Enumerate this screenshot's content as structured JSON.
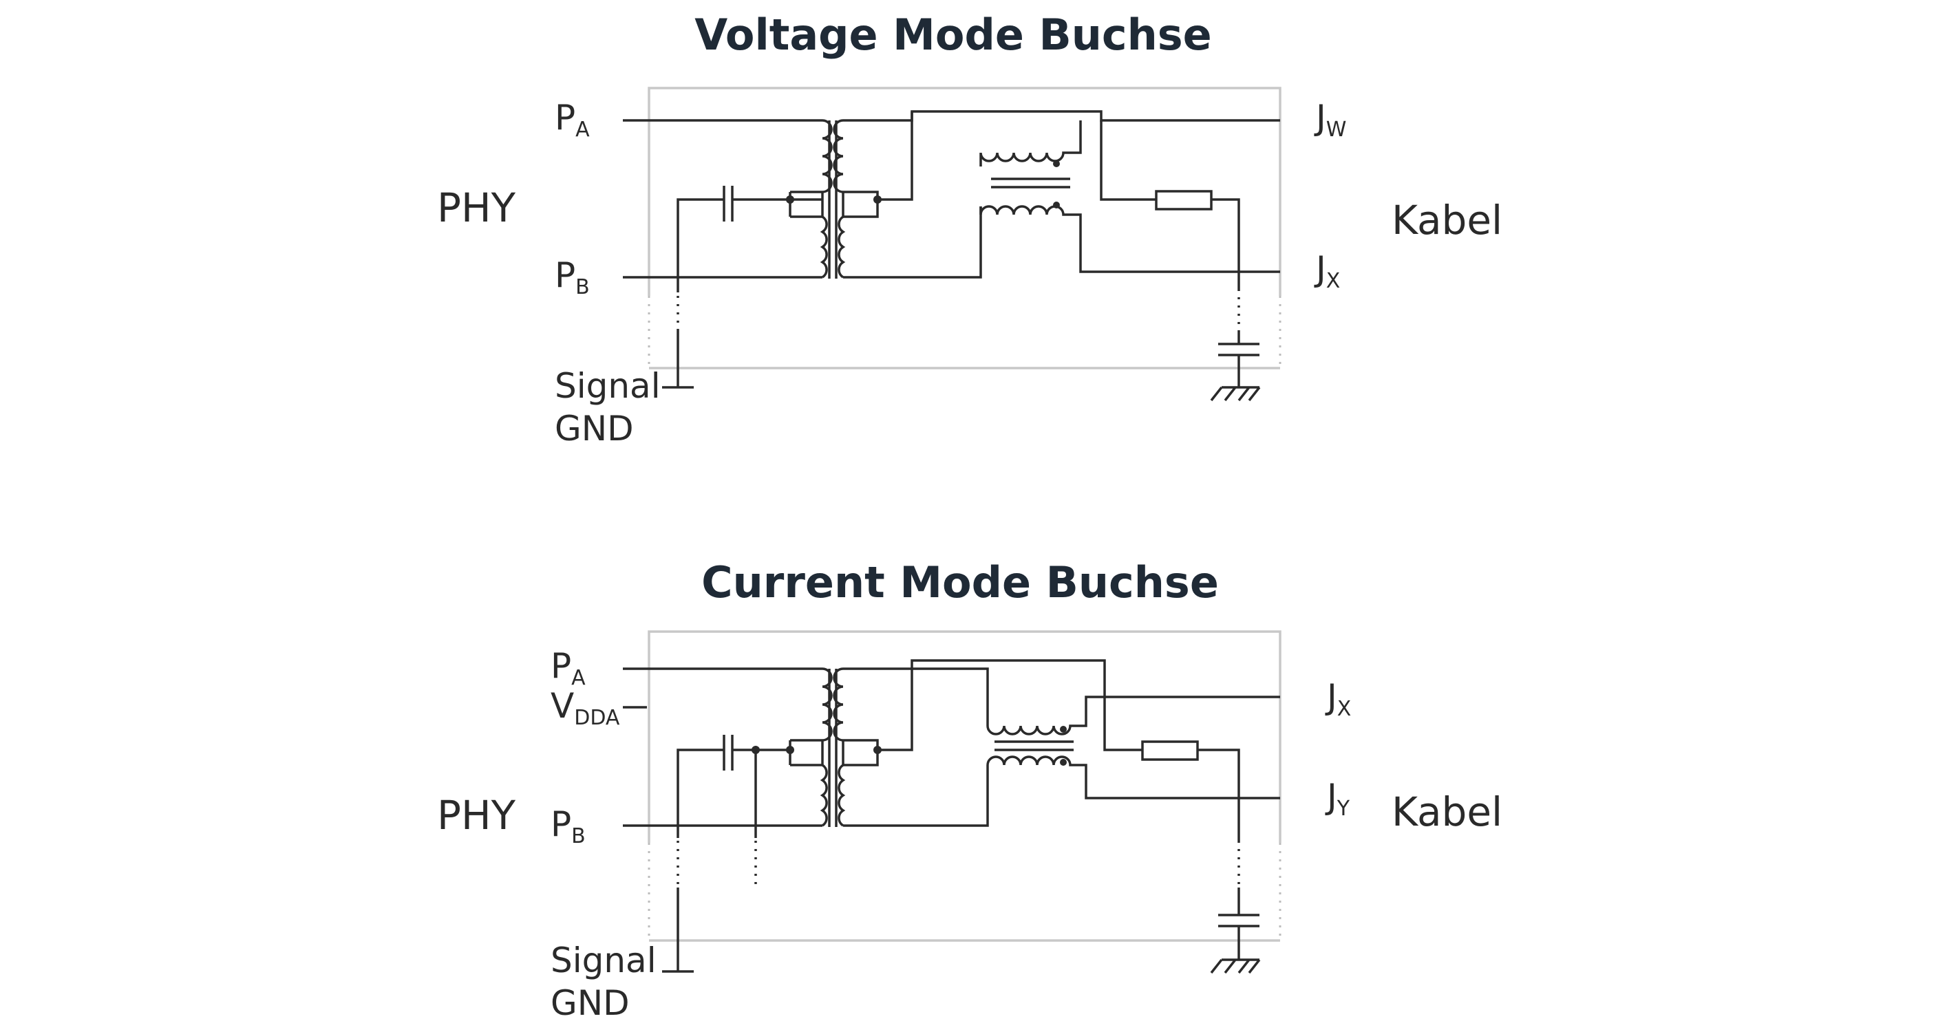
{
  "diagrams": [
    {
      "title": "Voltage Mode Buchse",
      "left_label": "PHY",
      "right_label": "Kabel",
      "pins": {
        "pa": {
          "main": "P",
          "sub": "A"
        },
        "pb": {
          "main": "P",
          "sub": "B"
        },
        "j1": {
          "main": "J",
          "sub": "W"
        },
        "j2": {
          "main": "J",
          "sub": "X"
        }
      },
      "ground_label": [
        "Signal",
        "GND"
      ]
    },
    {
      "title": "Current Mode Buchse",
      "left_label": "PHY",
      "right_label": "Kabel",
      "pins": {
        "pa": {
          "main": "P",
          "sub": "A"
        },
        "vdda": {
          "main": "V",
          "sub": "DDA"
        },
        "pb": {
          "main": "P",
          "sub": "B"
        },
        "j1": {
          "main": "J",
          "sub": "X"
        },
        "j2": {
          "main": "J",
          "sub": "Y"
        }
      },
      "ground_label": [
        "Signal",
        "GND"
      ]
    }
  ]
}
